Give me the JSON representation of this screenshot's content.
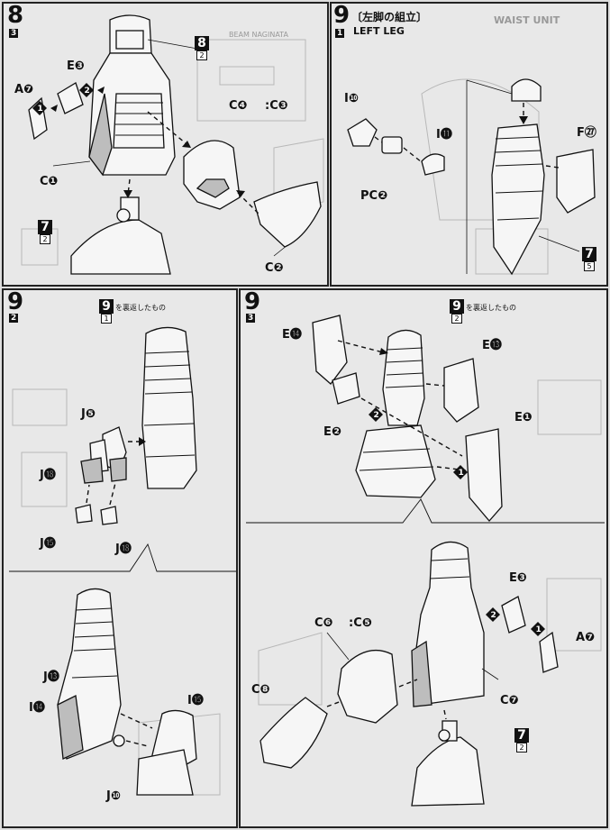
{
  "steps": {
    "s8": {
      "number": "8",
      "sub": "3",
      "refs": [
        {
          "big": "8",
          "small": "2"
        },
        {
          "big": "7",
          "small": "2"
        }
      ],
      "labels": {
        "a7": "A❼",
        "e3": "E❸",
        "c1": "C❶",
        "c4c3": "C❹",
        "c3": ":C❸",
        "c2": "C❷"
      },
      "bg_text": [
        "BEAM NAGINATA"
      ]
    },
    "s9": {
      "number": "9",
      "sub": "1",
      "title_jp": "〔左脚の組立〕",
      "title_en": "LEFT LEG",
      "labels": {
        "i10": "I❿",
        "i11": "I⓫",
        "pc2": "PC❷",
        "f27": "F㉗"
      },
      "refs": [
        {
          "big": "7",
          "small": "5"
        }
      ],
      "bg_text": [
        "WAIST UNIT"
      ]
    },
    "s9_2": {
      "number": "9",
      "sub": "2",
      "ref": {
        "big": "9",
        "small": "1",
        "note": "を裏返したもの"
      },
      "labels": {
        "j5": "J❺",
        "j18a": "J⓲",
        "j15a": "J⓯",
        "j18b": "J⓲",
        "j13": "J⓭",
        "i14": "I⓮",
        "i15": "I⓯",
        "j10": "J❿"
      }
    },
    "s9_3": {
      "number": "9",
      "sub": "3",
      "ref": {
        "big": "9",
        "small": "2",
        "note": "を裏返したもの"
      },
      "labels": {
        "e14": "E⓮",
        "e13": "E⓭",
        "e2": "E❷",
        "e1": "E❶",
        "e3": "E❸",
        "a7": "A❼",
        "c6": "C❻",
        "c5": ":C❺",
        "c8": "C❽",
        "c7": "C❼"
      },
      "refs": [
        {
          "big": "7",
          "small": "2"
        }
      ]
    }
  }
}
